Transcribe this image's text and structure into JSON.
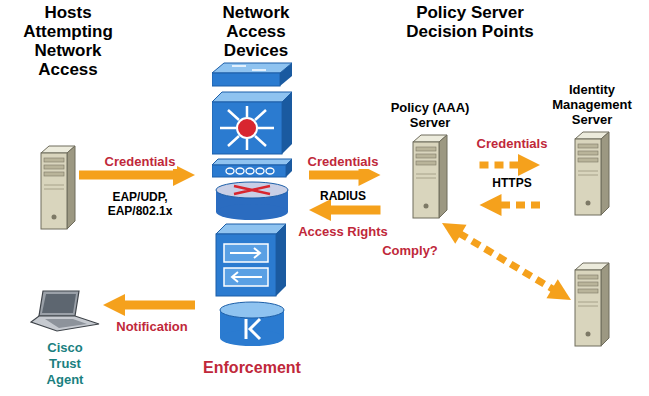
{
  "diagram": {
    "nodes": [
      {
        "text": []
      },
      {
        "text": [
          "Enforcement"
        ]
      },
      {
        "text": [
          "Policy (AAA) Server"
        ]
      },
      {
        "text": [
          "Identity Management Server"
        ]
      },
      {
        "text": [
          "Cisco Trust Agent"
        ]
      },
      {
        "text": []
      }
    ],
    "edges": [
      {
        "from": 0,
        "to": 1,
        "label": "Credentials",
        "arrow": "to"
      },
      {
        "from": 1,
        "to": 2,
        "label": "Credentials",
        "arrow": "to"
      },
      {
        "from": 2,
        "to": 3,
        "label": "Credentials",
        "arrow": "to"
      },
      {
        "from": 3,
        "to": 2,
        "arrow": "to"
      },
      {
        "from": 2,
        "to": 1,
        "label": "Access Rights",
        "arrow": "to"
      },
      {
        "from": 1,
        "to": 4,
        "label": "Notification",
        "arrow": "to"
      },
      {
        "from": 2,
        "to": 5,
        "label": "Comply?",
        "arrow": "both"
      }
    ],
    "labels": [
      "Hosts Attempting Network Access",
      "Network Access Devices",
      "Policy Server Decision Points",
      "EAP/UDP, EAP/802.1x",
      "RADIUS",
      "HTTPS"
    ]
  }
}
